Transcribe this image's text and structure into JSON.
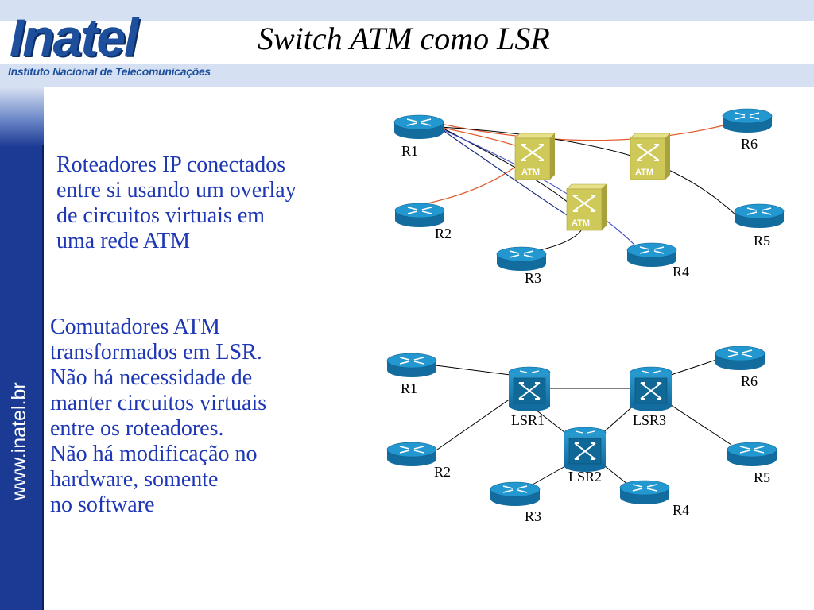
{
  "header": {
    "logo_text": "Inatel",
    "logo_subtitle": "Instituto Nacional de Telecomunicações",
    "title": "Switch ATM como LSR"
  },
  "sidebar": {
    "url": "www.inatel.br"
  },
  "paragraph1": {
    "lines": [
      "Roteadores IP conectados",
      "entre si usando um overlay",
      "de circuitos virtuais em",
      "uma rede ATM"
    ]
  },
  "paragraph2": {
    "lines": [
      "Comutadores ATM",
      "transformados em LSR.",
      "Não há necessidade de",
      "manter circuitos virtuais",
      "entre os roteadores.",
      "Não há modificação no",
      "hardware, somente",
      "no software"
    ]
  },
  "diagram_top": {
    "routers": [
      "R1",
      "R2",
      "R3",
      "R4",
      "R5",
      "R6"
    ],
    "switch_label": "ATM"
  },
  "diagram_bottom": {
    "routers": [
      "R1",
      "R2",
      "R3",
      "R4",
      "R5",
      "R6"
    ],
    "lsrs": [
      "LSR1",
      "LSR2",
      "LSR3"
    ]
  },
  "colors": {
    "brand_blue": "#1d4f9c",
    "text_blue": "#1e37b4",
    "router_blue": "#1f8fc8",
    "atm_switch": "#cfc95a",
    "vc_red": "#e05a2a",
    "vc_navy": "#1a2a80",
    "vc_blue": "#3a48c8"
  }
}
